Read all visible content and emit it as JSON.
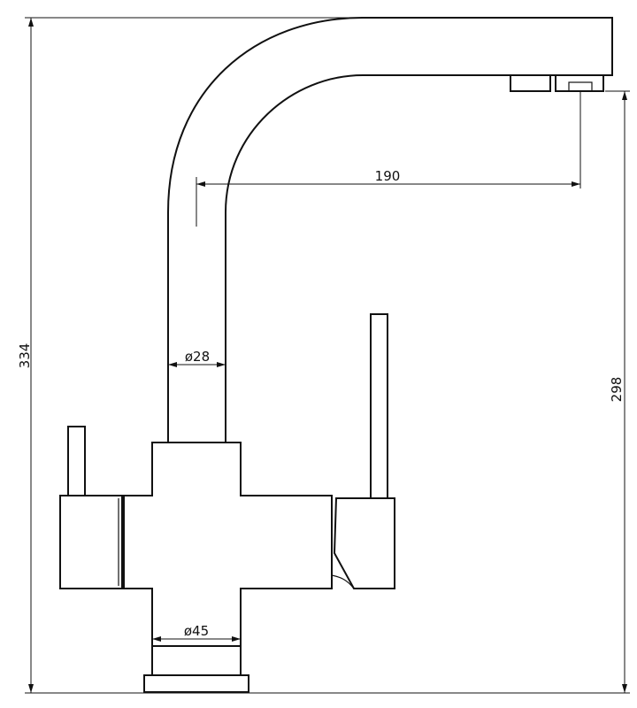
{
  "dimensions": {
    "total_height": {
      "label": "334"
    },
    "spout_height": {
      "label": "298"
    },
    "spout_reach": {
      "label": "190"
    },
    "spout_diameter": {
      "label": "ø28"
    },
    "base_diameter": {
      "label": "ø45"
    }
  }
}
